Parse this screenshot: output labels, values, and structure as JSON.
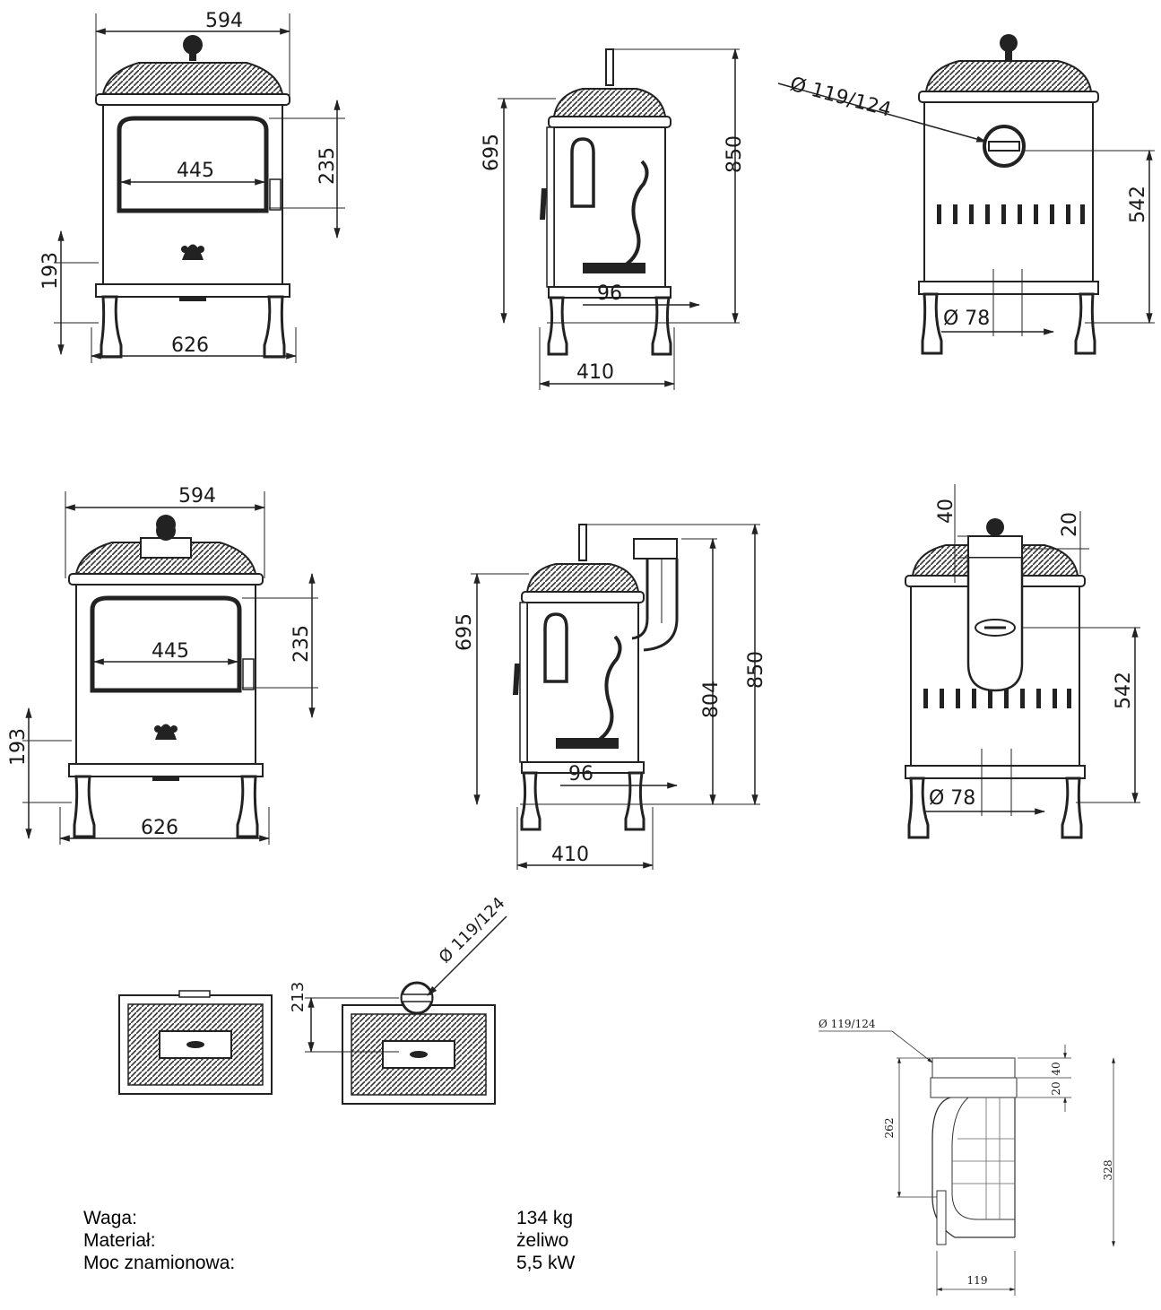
{
  "views": {
    "front_a": {
      "width_top": "594",
      "door_width": "445",
      "door_height": "235",
      "leg_height": "193",
      "width_bottom": "626"
    },
    "side_a": {
      "body_height": "695",
      "total_height": "850",
      "leg_offset": "96",
      "depth": "410"
    },
    "back_a": {
      "flue_diameter": "Ø 119/124",
      "flue_height": "542",
      "air_diameter": "Ø 78"
    },
    "front_b": {
      "width_top": "594",
      "door_width": "445",
      "door_height": "235",
      "leg_height": "193",
      "width_bottom": "626"
    },
    "side_b": {
      "body_height": "695",
      "elbow_height": "804",
      "total_height": "850",
      "leg_offset": "96",
      "depth": "410"
    },
    "back_b": {
      "collar_height": "40",
      "collar_gap": "20",
      "flue_height": "542",
      "air_diameter": "Ø 78"
    },
    "top_view": {
      "flue_offset": "213",
      "flue_diameter": "Ø 119/124"
    },
    "elbow_view": {
      "diameter": "Ø 119/124",
      "dim_20": "20",
      "dim_40": "40",
      "height_262": "262",
      "height_328": "328",
      "width_119": "119"
    }
  },
  "specs": [
    {
      "label": "Waga:",
      "value": "134 kg"
    },
    {
      "label": "Materiał:",
      "value": "żeliwo"
    },
    {
      "label": "Moc znamionowa:",
      "value": "5,5 kW"
    }
  ]
}
